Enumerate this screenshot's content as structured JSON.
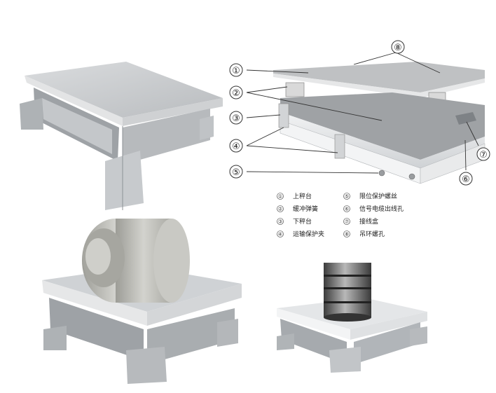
{
  "diagram": {
    "callouts": [
      {
        "num": "①"
      },
      {
        "num": "②"
      },
      {
        "num": "③"
      },
      {
        "num": "④"
      },
      {
        "num": "⑤"
      },
      {
        "num": "⑥"
      },
      {
        "num": "⑦"
      },
      {
        "num": "⑧"
      }
    ],
    "legend": [
      {
        "num": "①",
        "label": "上秤台"
      },
      {
        "num": "②",
        "label": "缓冲弹簧"
      },
      {
        "num": "③",
        "label": "下秤台"
      },
      {
        "num": "④",
        "label": "运输保护夹"
      },
      {
        "num": "⑤",
        "label": "限位保护螺丝"
      },
      {
        "num": "⑥",
        "label": "信号电缆出线孔"
      },
      {
        "num": "⑦",
        "label": "接线盒"
      },
      {
        "num": "⑧",
        "label": "吊环螺孔"
      }
    ]
  },
  "colors": {
    "platform_top": "#c9cbcd",
    "platform_side": "#e6e7e8",
    "frame": "#b7babd",
    "coil": "#bdbdb7",
    "callout_stroke": "#333333"
  }
}
